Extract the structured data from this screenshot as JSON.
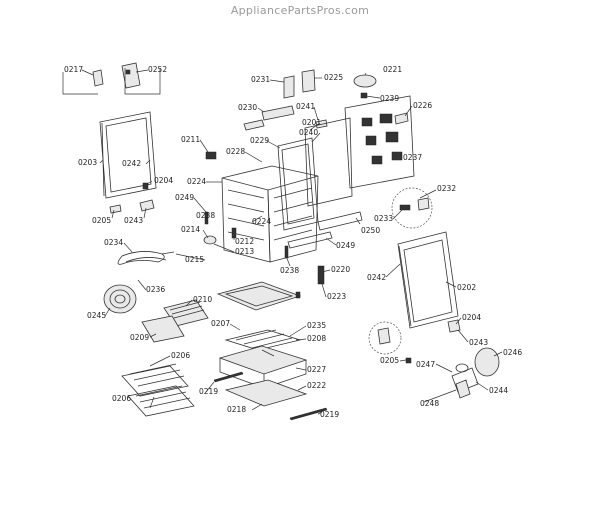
{
  "watermark": "AppliancePartsPros.com",
  "labels": [
    {
      "id": "l0217a",
      "text": "0217"
    },
    {
      "id": "l0252",
      "text": "0252"
    },
    {
      "id": "l0203",
      "text": "0203"
    },
    {
      "id": "l0242a",
      "text": "0242"
    },
    {
      "id": "l0204a",
      "text": "0204"
    },
    {
      "id": "l0205a",
      "text": "0205"
    },
    {
      "id": "l0243a",
      "text": "0243"
    },
    {
      "id": "l0231",
      "text": "0231"
    },
    {
      "id": "l0225",
      "text": "0225"
    },
    {
      "id": "l0221",
      "text": "0221"
    },
    {
      "id": "l0230",
      "text": "0230"
    },
    {
      "id": "l0241",
      "text": "0241"
    },
    {
      "id": "l0239",
      "text": "0239"
    },
    {
      "id": "l0226",
      "text": "0226"
    },
    {
      "id": "l0201",
      "text": "0201"
    },
    {
      "id": "l0240",
      "text": "0240"
    },
    {
      "id": "l0229",
      "text": "0229"
    },
    {
      "id": "l0211",
      "text": "0211"
    },
    {
      "id": "l0228",
      "text": "0228"
    },
    {
      "id": "l0237",
      "text": "0237"
    },
    {
      "id": "l0224a",
      "text": "0224"
    },
    {
      "id": "l0249a",
      "text": "0249"
    },
    {
      "id": "l0232",
      "text": "0232"
    },
    {
      "id": "l0238a",
      "text": "0238"
    },
    {
      "id": "l0224b",
      "text": "0224"
    },
    {
      "id": "l0233",
      "text": "0233"
    },
    {
      "id": "l0250",
      "text": "0250"
    },
    {
      "id": "l0214",
      "text": "0214"
    },
    {
      "id": "l0212",
      "text": "0212"
    },
    {
      "id": "l0234",
      "text": "0234"
    },
    {
      "id": "l0213",
      "text": "0213"
    },
    {
      "id": "l0249b",
      "text": "0249"
    },
    {
      "id": "l0215",
      "text": "0215"
    },
    {
      "id": "l0238b",
      "text": "0238"
    },
    {
      "id": "l0220",
      "text": "0220"
    },
    {
      "id": "l0242b",
      "text": "0242"
    },
    {
      "id": "l0202",
      "text": "0202"
    },
    {
      "id": "l0236",
      "text": "0236"
    },
    {
      "id": "l0223",
      "text": "0223"
    },
    {
      "id": "l0210",
      "text": "0210"
    },
    {
      "id": "l0245",
      "text": "0245"
    },
    {
      "id": "l0204b",
      "text": "0204"
    },
    {
      "id": "l0207",
      "text": "0207"
    },
    {
      "id": "l0235",
      "text": "0235"
    },
    {
      "id": "l0209",
      "text": "0209"
    },
    {
      "id": "l0208",
      "text": "0208"
    },
    {
      "id": "l0243b",
      "text": "0243"
    },
    {
      "id": "l0206a",
      "text": "0206"
    },
    {
      "id": "l0246",
      "text": "0246"
    },
    {
      "id": "l0205b",
      "text": "0205"
    },
    {
      "id": "l0227",
      "text": "0227"
    },
    {
      "id": "l0247",
      "text": "0247"
    },
    {
      "id": "l0206b",
      "text": "0206"
    },
    {
      "id": "l0219a",
      "text": "0219"
    },
    {
      "id": "l0222",
      "text": "0222"
    },
    {
      "id": "l0244",
      "text": "0244"
    },
    {
      "id": "l0248",
      "text": "0248"
    },
    {
      "id": "l0218",
      "text": "0218"
    },
    {
      "id": "l0219b",
      "text": "0219"
    }
  ]
}
